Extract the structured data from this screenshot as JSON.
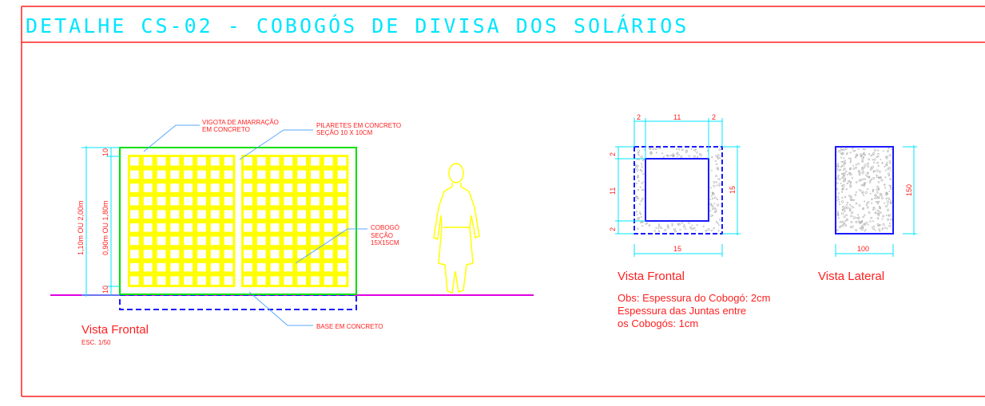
{
  "title": "DETALHE CS-02 - COBOGÓS DE DIVISA DOS SOLÁRIOS",
  "front_view": {
    "label": "Vista Frontal",
    "scale": "ESC. 1/50",
    "callouts": {
      "vigota_1": "VIGOTA DE AMARRAÇÃO",
      "vigota_2": "EM CONCRETO",
      "pilaretes_1": "PILARETES EM CONCRETO",
      "pilaretes_2": "SEÇÃO 10 X 10CM",
      "cobogo_1": "COBOGÓ",
      "cobogo_2": "SEÇÃO",
      "cobogo_3": "15X15CM",
      "base": "BASE EM CONCRETO"
    },
    "dims": {
      "total_height": "1,10m OU 2,00m",
      "mid_height": "0,90m OU 1,80m",
      "top": "10",
      "bottom": "10"
    }
  },
  "block_front": {
    "label": "Vista Frontal",
    "dims": {
      "top_left": "2",
      "top_mid": "11",
      "top_right": "2",
      "left_top": "2",
      "left_mid": "11",
      "left_bottom": "2",
      "right": "15",
      "bottom": "15"
    }
  },
  "block_side": {
    "label": "Vista Lateral",
    "dims": {
      "right": "150",
      "bottom": "100"
    }
  },
  "obs": {
    "line1": "Obs: Espessura do Cobogó: 2cm",
    "line2": "Espessura das Juntas entre",
    "line3": "os Cobogós: 1cm"
  },
  "colors": {
    "border": "#ff2020",
    "cyan": "#00e5ff",
    "leader": "#5aa8ff",
    "cobogo": "#ffff00",
    "frame": "#00e000",
    "ground": "#e000e0",
    "base": "#1a1aff"
  }
}
